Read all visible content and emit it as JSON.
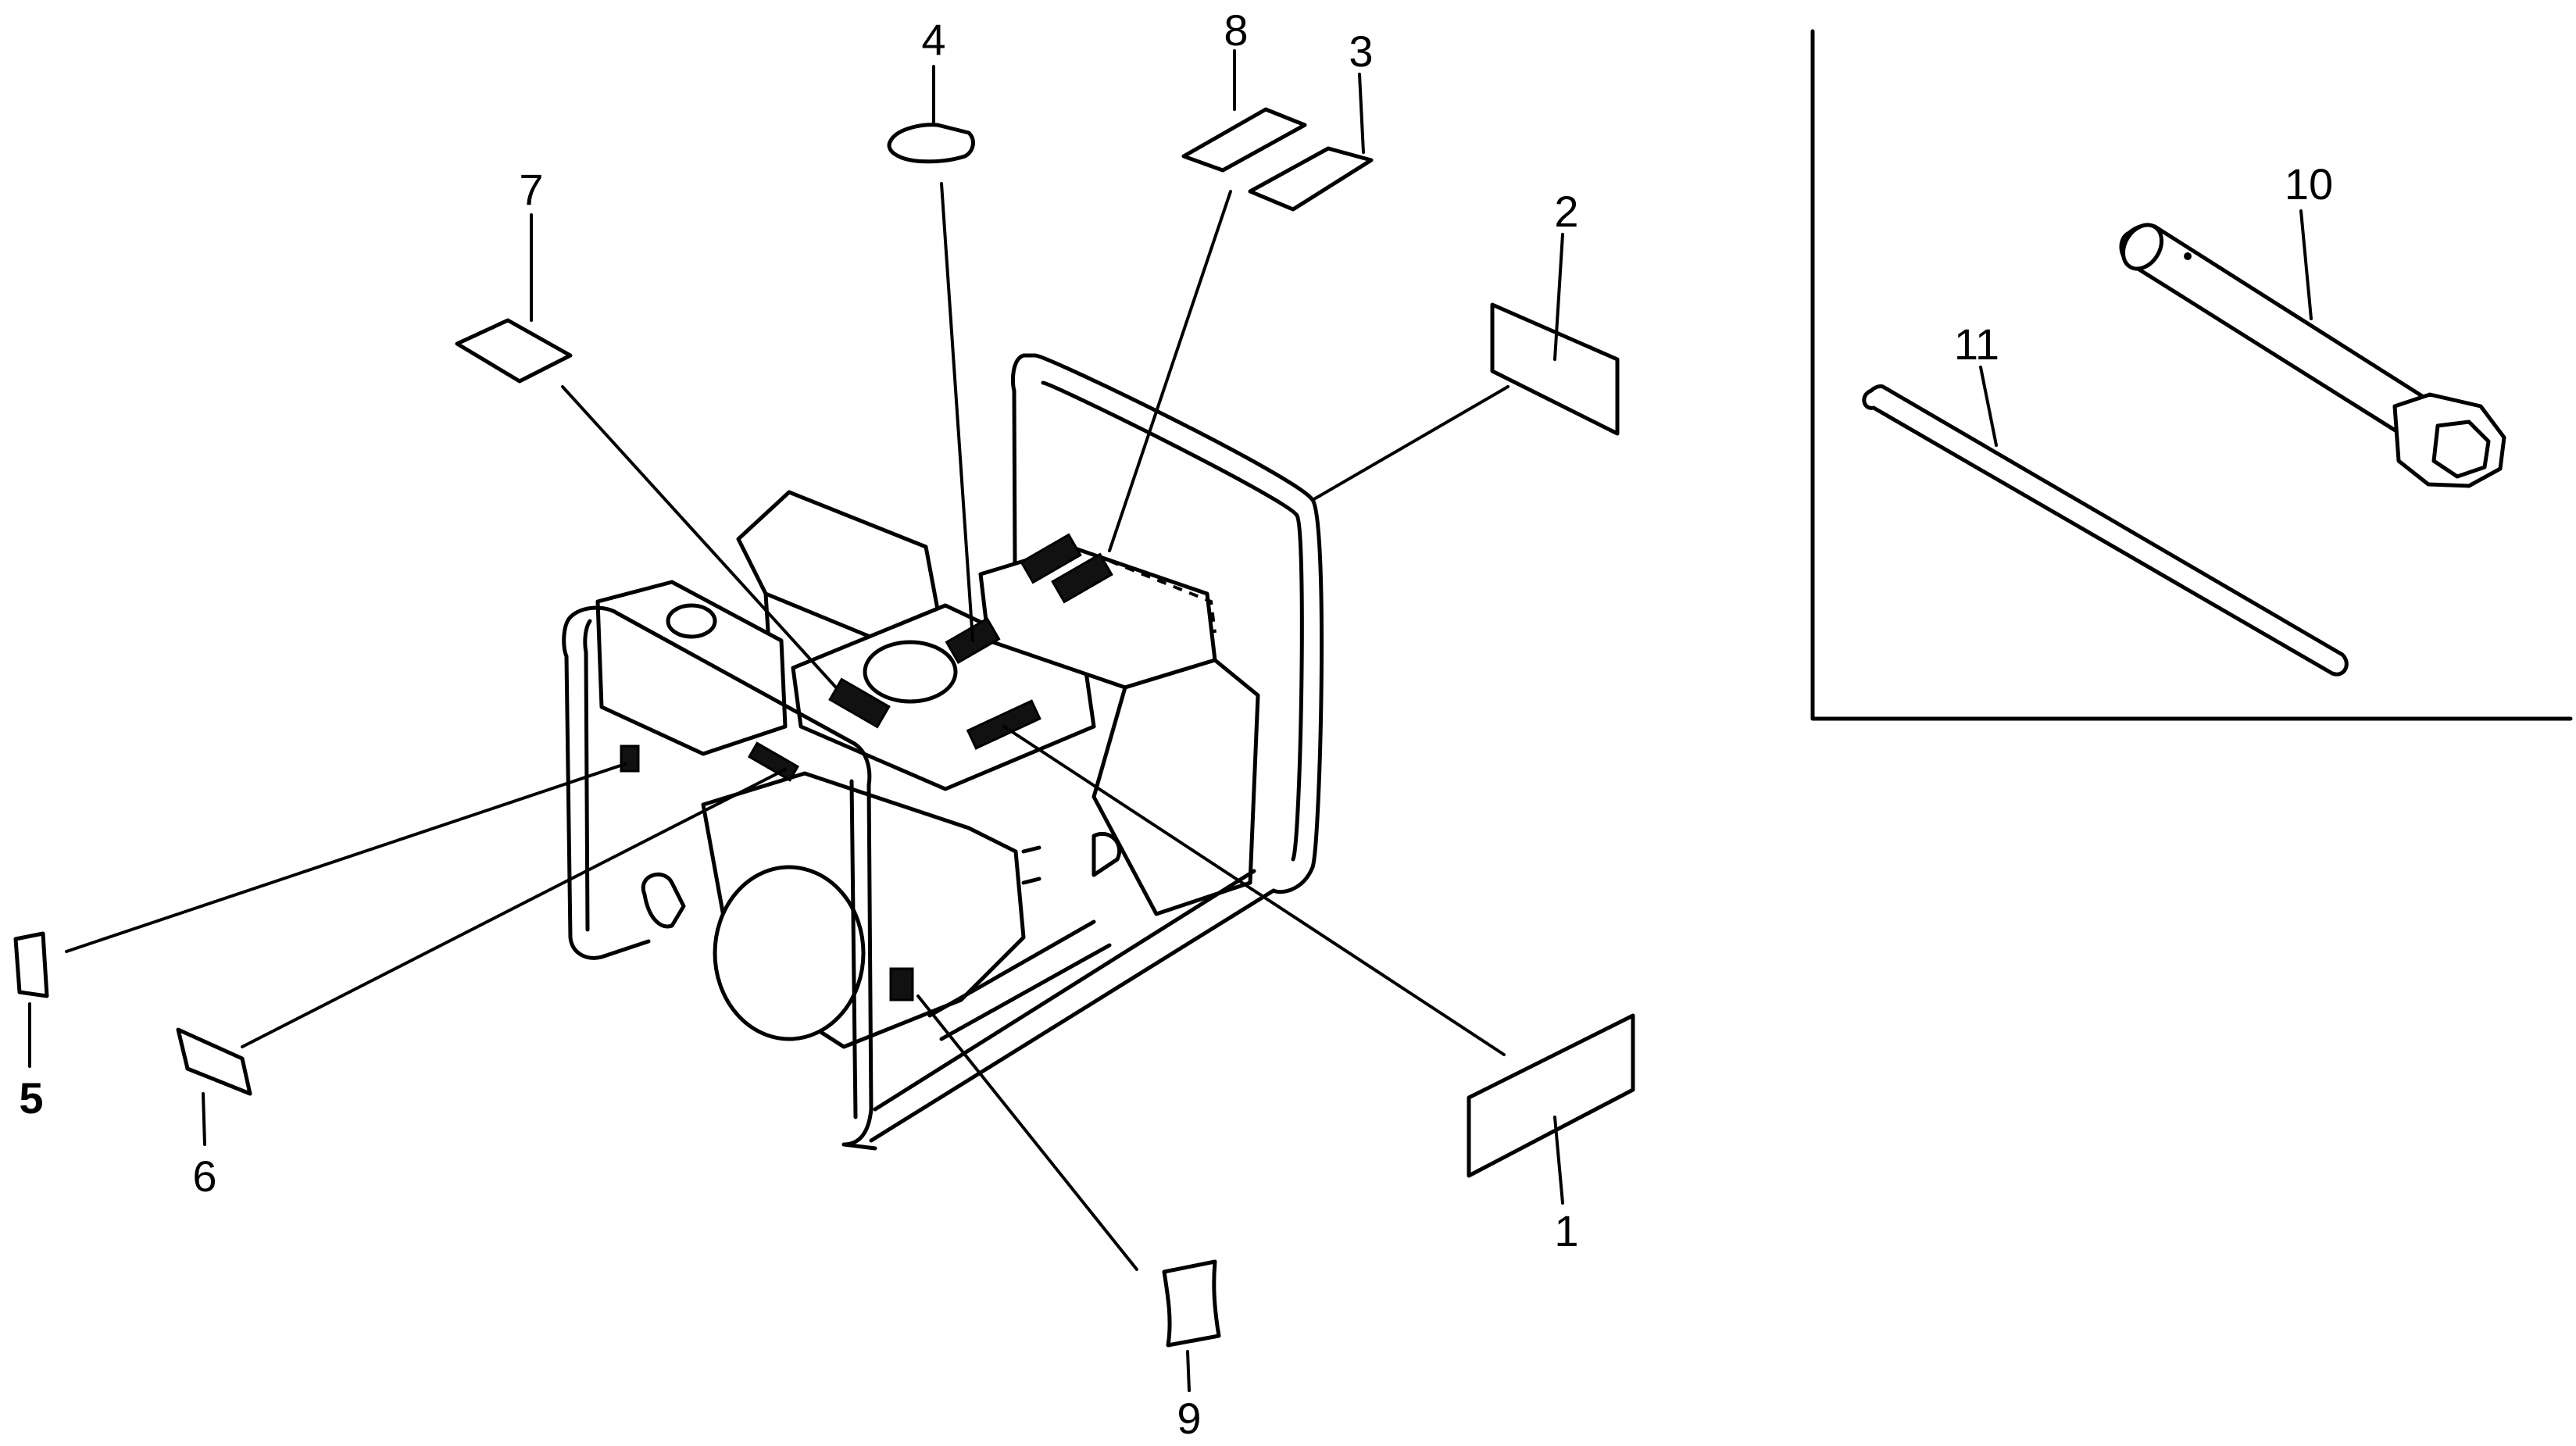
{
  "diagram": {
    "title": "Pump labels and tools exploded view",
    "callouts": [
      {
        "id": "1",
        "text": "1"
      },
      {
        "id": "2",
        "text": "2"
      },
      {
        "id": "3",
        "text": "3"
      },
      {
        "id": "4",
        "text": "4"
      },
      {
        "id": "5",
        "text": "5"
      },
      {
        "id": "6",
        "text": "6"
      },
      {
        "id": "7",
        "text": "7"
      },
      {
        "id": "8",
        "text": "8"
      },
      {
        "id": "9",
        "text": "9"
      },
      {
        "id": "10",
        "text": "10"
      },
      {
        "id": "11",
        "text": "11"
      }
    ]
  }
}
